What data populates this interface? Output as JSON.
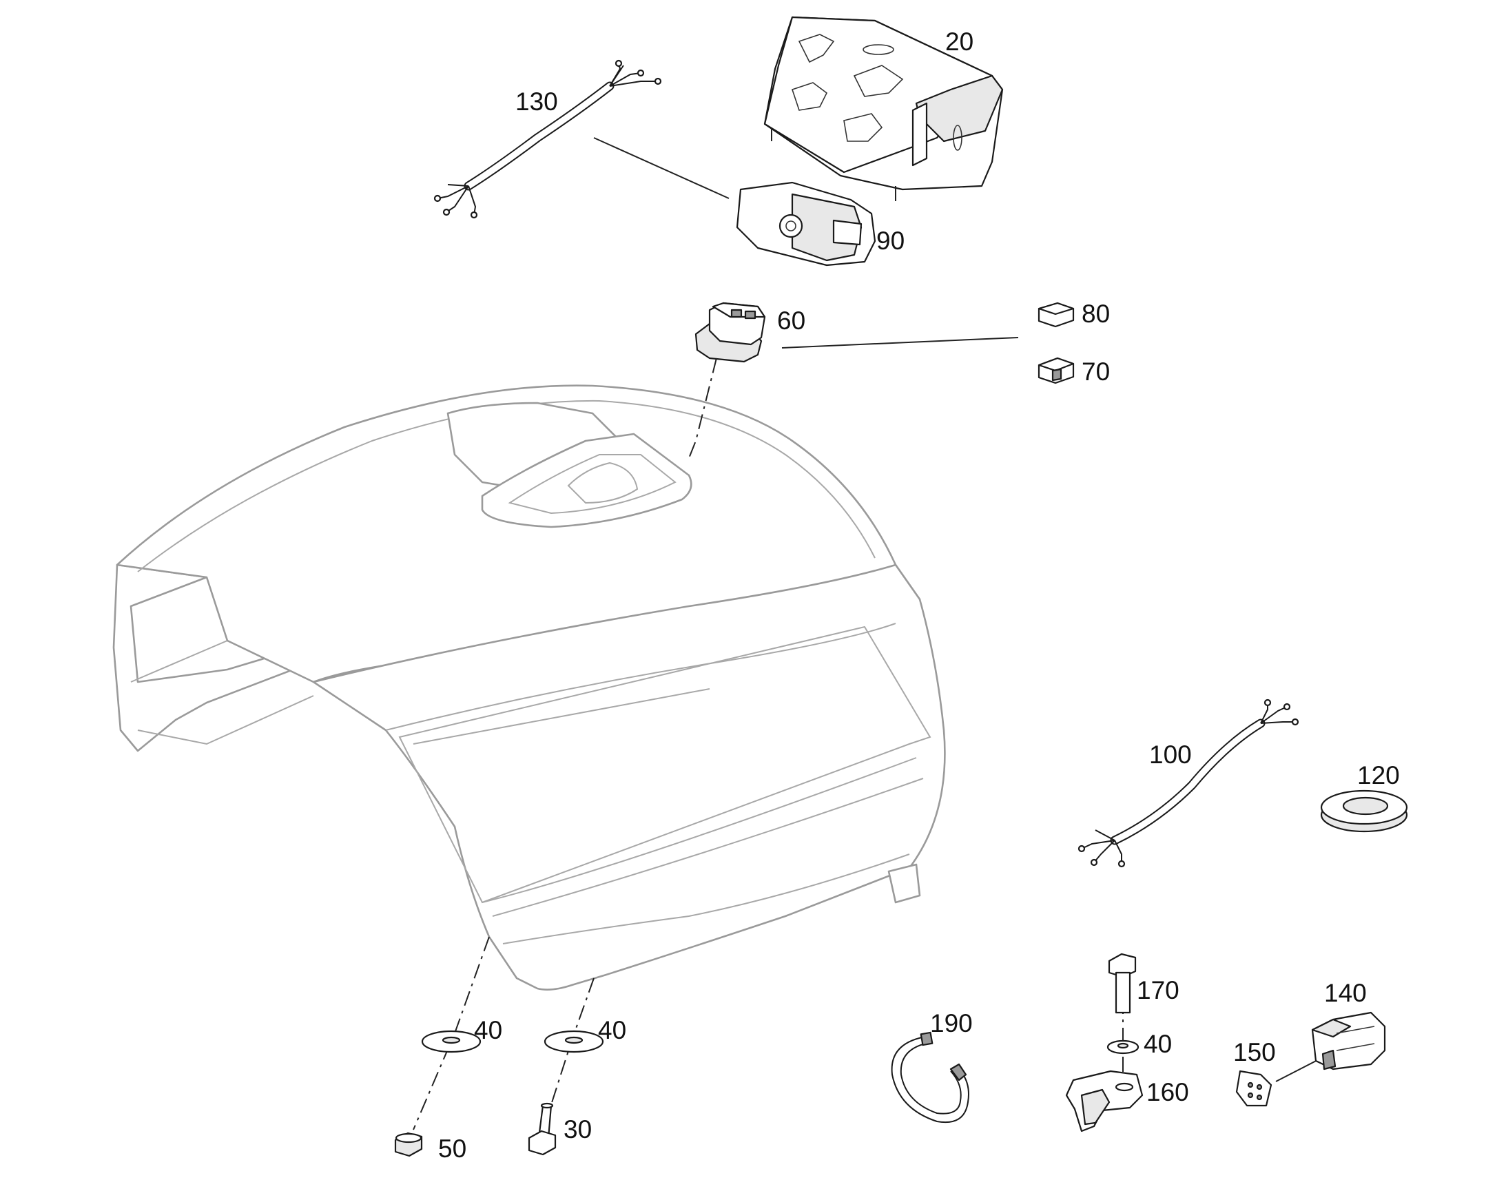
{
  "callouts": {
    "p20": "20",
    "p130": "130",
    "p90": "90",
    "p60": "60",
    "p80": "80",
    "p70": "70",
    "p100": "100",
    "p120": "120",
    "p40a": "40",
    "p40b": "40",
    "p40c": "40",
    "p50": "50",
    "p30": "30",
    "p190": "190",
    "p170": "170",
    "p160": "160",
    "p150": "150",
    "p140": "140"
  },
  "colors": {
    "line": "#1a1a1a",
    "hood_outline": "#9a9a9a",
    "background": "#ffffff"
  }
}
